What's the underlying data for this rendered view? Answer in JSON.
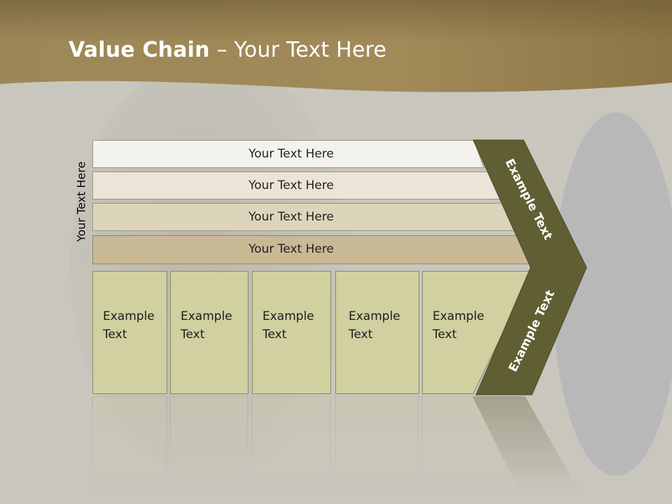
{
  "title": {
    "bold": "Value Chain",
    "rest": " – Your Text Here"
  },
  "side_label": "Your Text Here",
  "bars": [
    {
      "label": "Your Text Here"
    },
    {
      "label": "Your Text Here"
    },
    {
      "label": "Your Text Here"
    },
    {
      "label": "Your Text Here"
    }
  ],
  "boxes": [
    {
      "line1": "Example",
      "line2": "Text"
    },
    {
      "line1": "Example",
      "line2": "Text"
    },
    {
      "line1": "Example",
      "line2": "Text"
    },
    {
      "line1": "Example",
      "line2": "Text"
    },
    {
      "line1": "Example",
      "line2": "Text"
    }
  ],
  "chevron": {
    "upper_label": "Example Text",
    "lower_label": "Example Text"
  },
  "colors": {
    "header_band": "#9a8553",
    "chevron": "#5f5f33",
    "box_fill": "#d0d0a0",
    "bar_fills": [
      "#f4f2ec",
      "#ebe4d7",
      "#ddd4bc",
      "#c9b994"
    ]
  }
}
